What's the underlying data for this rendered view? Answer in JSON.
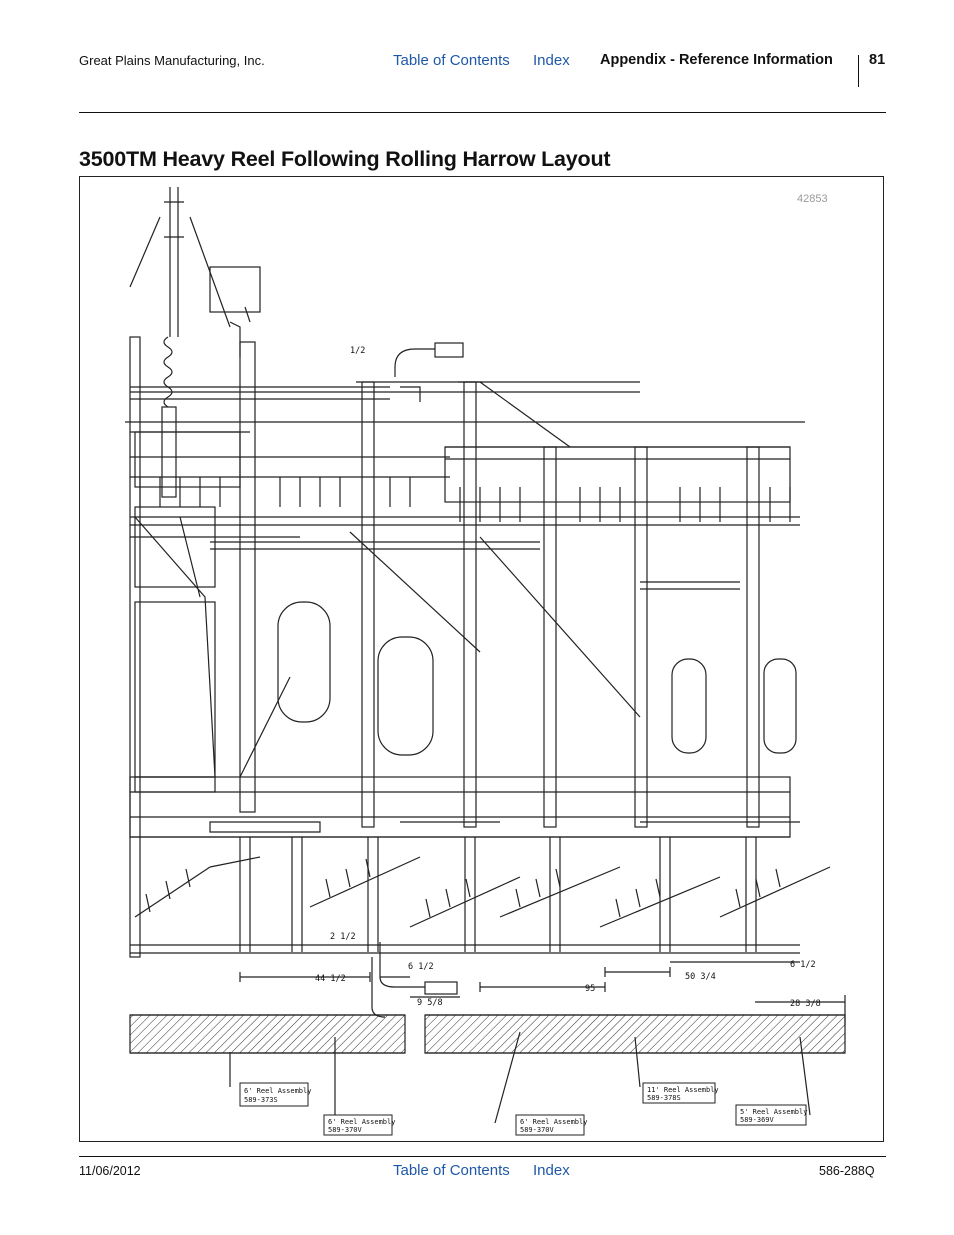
{
  "header": {
    "company": "Great Plains Manufacturing, Inc.",
    "toc_link": "Table of Contents",
    "index_link": "Index",
    "section": "Appendix - Reference Information",
    "page_number": "81"
  },
  "page_title": "3500TM Heavy Reel Following Rolling Harrow Layout",
  "figure": {
    "figure_number": "42853",
    "dimensions": [
      "1/2",
      "2 1/2",
      "6 1/2",
      "44 1/2",
      "9 5/8",
      "50 3/4",
      "95",
      "6 1/2",
      "28 3/8"
    ],
    "callouts": [
      {
        "name": "6' Reel Assembly",
        "part": "589-373S"
      },
      {
        "name": "6' Reel Assembly",
        "part": "589-370V"
      },
      {
        "name": "6' Reel Assembly",
        "part": "589-370V"
      },
      {
        "name": "11' Reel Assembly",
        "part": "589-378S"
      },
      {
        "name": "5' Reel Assembly",
        "part": "589-369V"
      }
    ]
  },
  "footer": {
    "date": "11/06/2012",
    "toc_link": "Table of Contents",
    "index_link": "Index",
    "doc_number": "586-288Q"
  },
  "colors": {
    "link": "#1f58a8",
    "text": "#111111",
    "figure_number": "#9a9a9a"
  }
}
